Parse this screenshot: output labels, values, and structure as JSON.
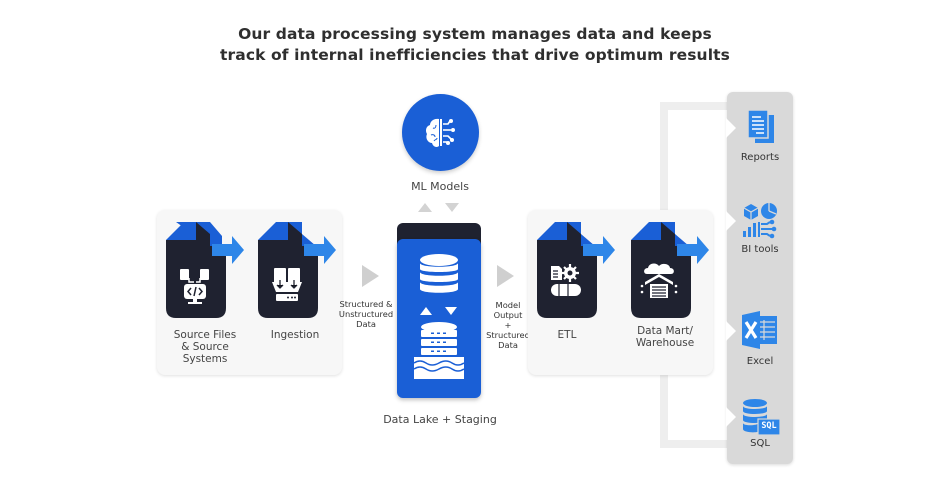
{
  "title": {
    "line1": "Our data processing system manages data and keeps",
    "line2": "track of internal inefficiencies that drive optimum results"
  },
  "colors": {
    "dark_card": "#1f2230",
    "blue_primary": "#1a5fd6",
    "blue_light": "#2e86e8",
    "panel_bg": "#f7f7f7",
    "sidebar_bg": "#d9d9d9",
    "arrow_grey": "#cfcfcf"
  },
  "left_group": {
    "nodes": [
      {
        "label": "Source Files & Source Systems",
        "lines": [
          "Source Files",
          "& Source",
          "Systems"
        ],
        "icon": "source-code-files-icon"
      },
      {
        "label": "Ingestion",
        "lines": [
          "Ingestion"
        ],
        "icon": "ingestion-icon"
      }
    ]
  },
  "ml": {
    "label": "ML Models",
    "icon": "brain-circuit-icon"
  },
  "flow_in": {
    "lines": [
      "Structured &",
      "Unstructured",
      "Data"
    ]
  },
  "data_lake": {
    "label": "Data Lake + Staging",
    "icon": "database-lake-icon"
  },
  "flow_out": {
    "lines": [
      "Model",
      "Output",
      "+",
      "Structured",
      "Data"
    ]
  },
  "right_group": {
    "nodes": [
      {
        "label": "ETL",
        "lines": [
          "ETL"
        ],
        "icon": "etl-gear-icon"
      },
      {
        "label": "Data Mart/ Warehouse",
        "lines": [
          "Data Mart/",
          "Warehouse"
        ],
        "icon": "warehouse-icon"
      }
    ]
  },
  "outputs": [
    {
      "label": "Reports",
      "icon": "reports-icon"
    },
    {
      "label": "BI tools",
      "icon": "bi-tools-icon"
    },
    {
      "label": "Excel",
      "icon": "excel-icon"
    },
    {
      "label": "SQL",
      "icon": "sql-database-icon",
      "badge": "SQL"
    }
  ]
}
